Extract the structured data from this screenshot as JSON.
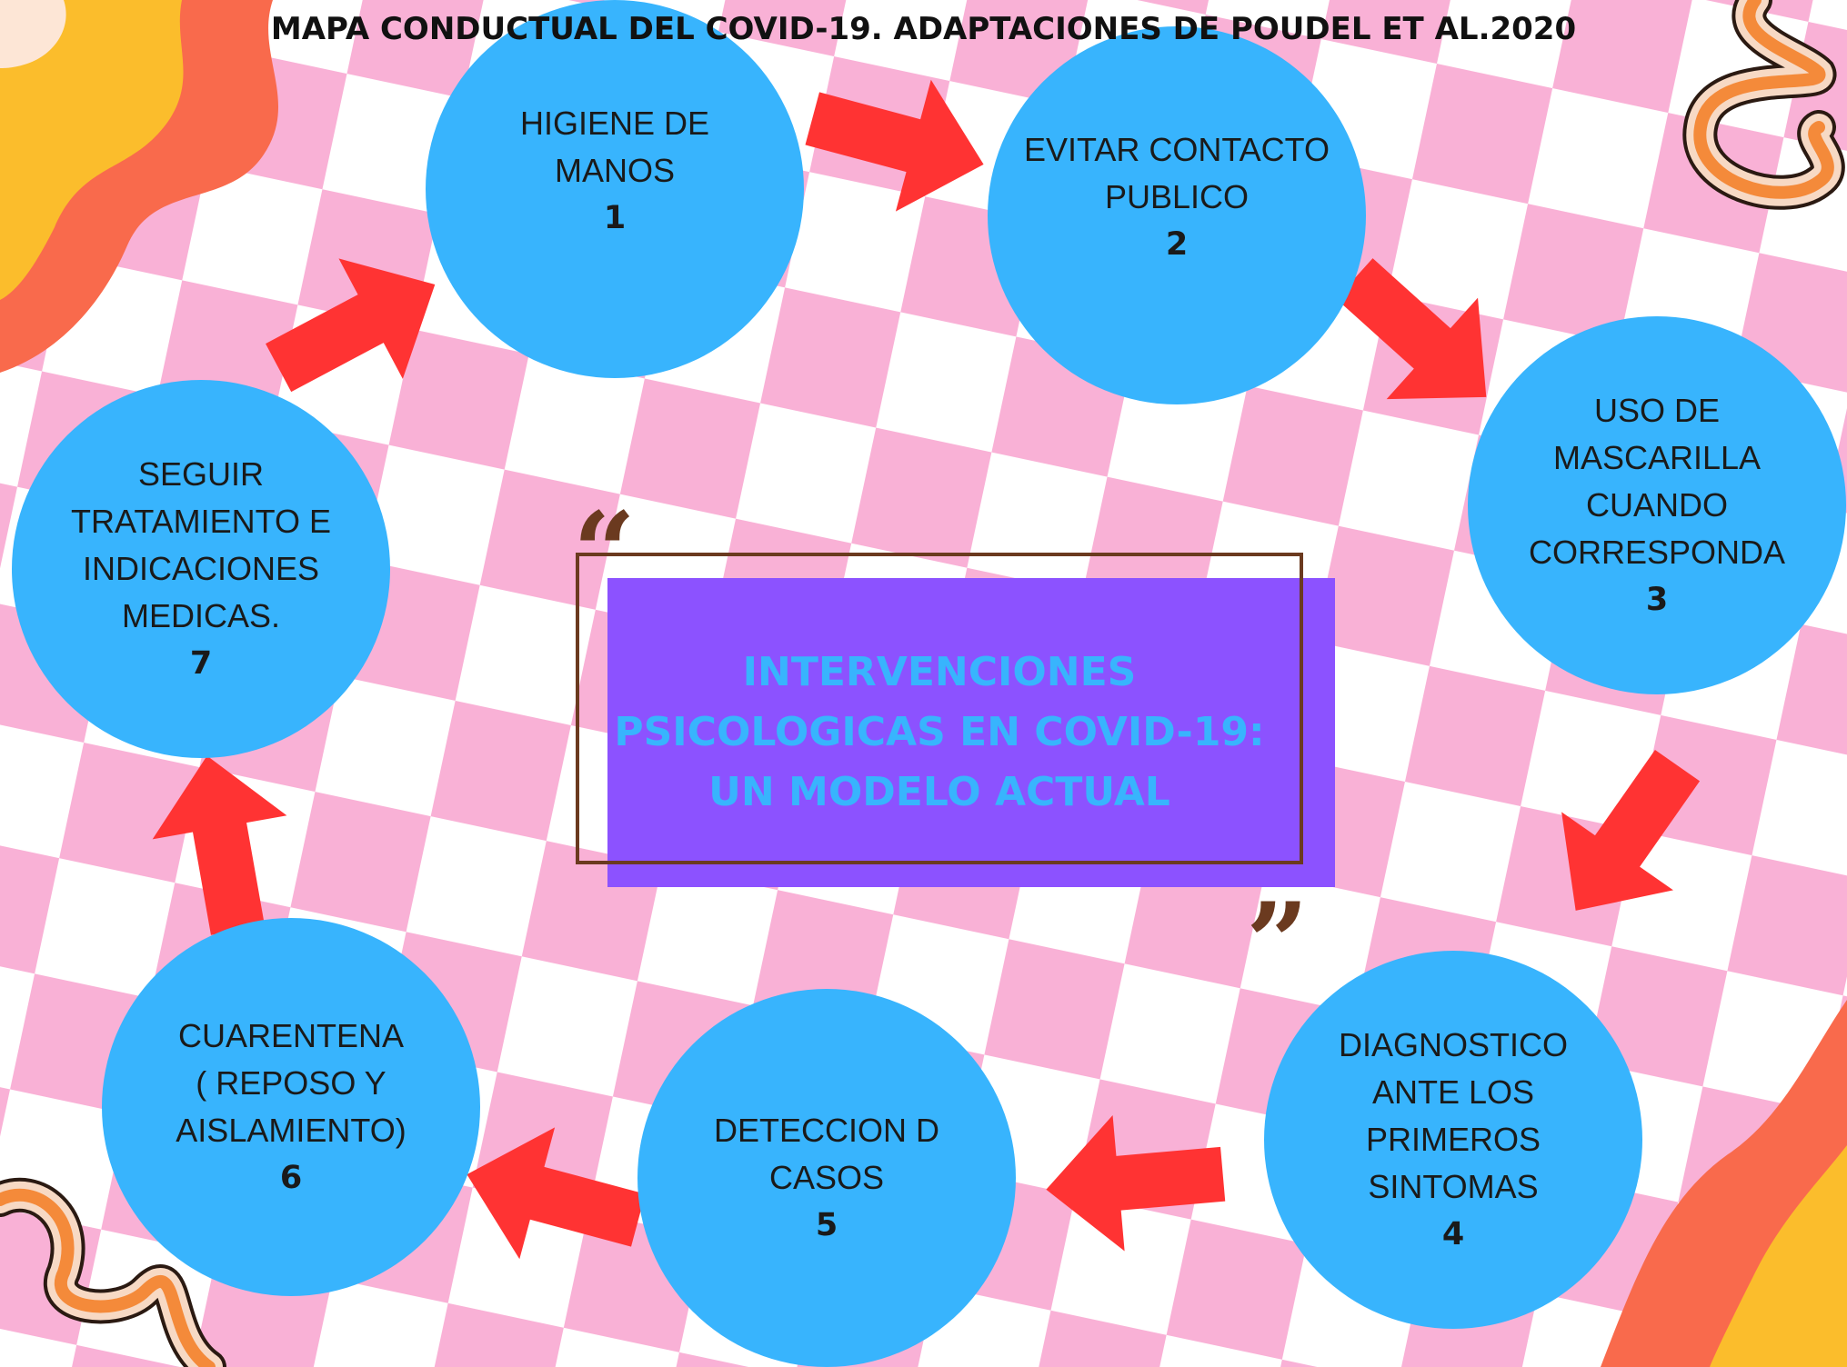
{
  "title": "MAPA CONDUCTUAL DEL COVID-19. ADAPTACIONES DE POUDEL ET AL.2020",
  "center": {
    "text": "INTERVENCIONES PSICOLOGICAS EN COVID-19: UN MODELO ACTUAL",
    "open_quote": "“",
    "close_quote": "”"
  },
  "steps": [
    {
      "number": "1",
      "label": "HIGIENE DE\nMANOS"
    },
    {
      "number": "2",
      "label": "EVITAR CONTACTO\nPUBLICO"
    },
    {
      "number": "3",
      "label": "USO DE\nMASCARILLA\nCUANDO\nCORRESPONDA"
    },
    {
      "number": "4",
      "label": "DIAGNOSTICO\nANTE LOS\nPRIMEROS\nSINTOMAS"
    },
    {
      "number": "5",
      "label": "DETECCION D\nCASOS"
    },
    {
      "number": "6",
      "label": "CUARENTENA\n( REPOSO Y\nAISLAMIENTO)"
    },
    {
      "number": "7",
      "label": "SEGUIR\nTRATAMIENTO E\nINDICACIONES\nMEDICAS."
    }
  ],
  "colors": {
    "node": "#38b4fd",
    "arrow": "#ff3333",
    "center_box": "#8c52ff",
    "center_text": "#38b4fd",
    "frame": "#6b3a1f",
    "checker_pink": "#f9b1d6",
    "wave_orange": "#f96a4c",
    "wave_yellow": "#fbbd2c"
  }
}
